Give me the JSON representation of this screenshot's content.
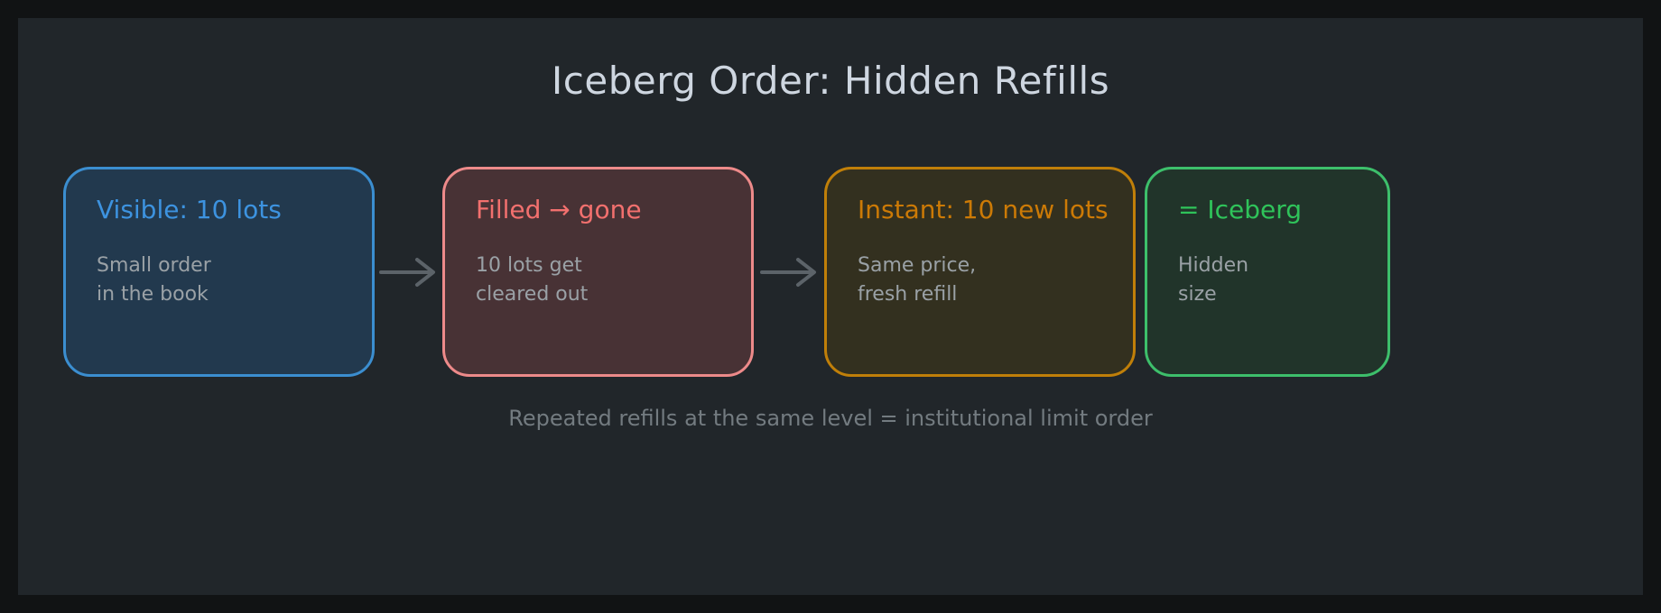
{
  "diagram": {
    "title": "Iceberg Order: Hidden Refills",
    "caption": "Repeated refills at the same level = institutional limit order",
    "background": "#21262a",
    "outer_background": "#111314",
    "title_color": "#ced6e0",
    "caption_color": "#737b80",
    "nodes": [
      {
        "id": "visible",
        "title": "Visible: 10 lots",
        "body": "Small order\nin the book",
        "border_color": "#3b8ed0",
        "fill_color": "#22394e",
        "title_color": "#3d93e0"
      },
      {
        "id": "filled",
        "title": "Filled → gone",
        "body": "10 lots get\ncleared out",
        "border_color": "#ed8a8a",
        "fill_color": "#483235",
        "title_color": "#f2706e"
      },
      {
        "id": "instant",
        "title": "Instant: 10 new lots",
        "body": "Same price,\nfresh refill",
        "border_color": "#c07f09",
        "fill_color": "#33301f",
        "title_color": "#cc7a06"
      },
      {
        "id": "iceberg",
        "title": "= Iceberg",
        "body": "Hidden\nsize",
        "border_color": "#3dbf6b",
        "fill_color": "#21342a",
        "title_color": "#2fc35a"
      }
    ],
    "arrows": [
      {
        "id": "arrow-1",
        "from": "visible",
        "to": "filled",
        "color": "#5c6369"
      },
      {
        "id": "arrow-2",
        "from": "filled",
        "to": "instant",
        "color": "#5c6369"
      }
    ]
  }
}
